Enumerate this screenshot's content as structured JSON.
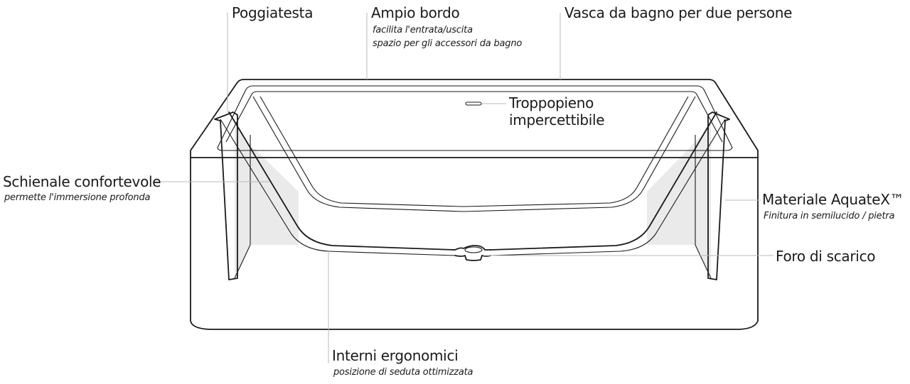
{
  "labels": {
    "poggiatesta": "Poggiatesta",
    "ampio_bordo": "Ampio bordo",
    "ampio_bordo_sub1": "facilita l'entrata/uscita",
    "ampio_bordo_sub2": "spazio per gli accessori da bagno",
    "vasca": "Vasca da bagno per due persone",
    "troppopieno_1": "Troppopieno",
    "troppopieno_2": "impercettibile",
    "schienale": "Schienale confortevole",
    "schienale_sub": "permette l'immersione profonda",
    "materiale": "Materiale AquateX™",
    "materiale_sub": "Finitura in semilucido / pietra",
    "foro": "Foro di scarico",
    "interni": "Interni ergonomici",
    "interni_sub": "posizione di seduta ottimizzata"
  },
  "colors": {
    "line": "#1a1a1a",
    "leader": "#b8b8b8",
    "shade": "#eaeaea"
  }
}
